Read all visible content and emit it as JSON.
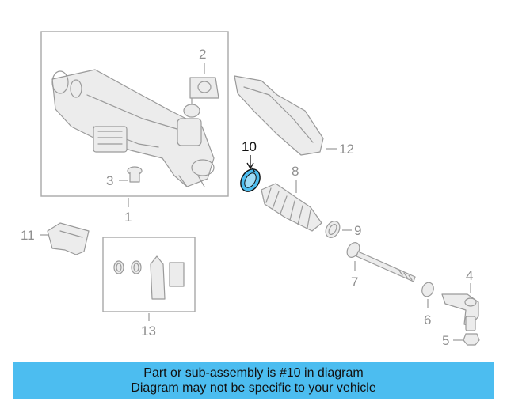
{
  "callouts": {
    "c1": "1",
    "c2": "2",
    "c3": "3",
    "c4": "4",
    "c5": "5",
    "c6": "6",
    "c7": "7",
    "c8": "8",
    "c9": "9",
    "c10": "10",
    "c11": "11",
    "c12": "12",
    "c13": "13"
  },
  "highlighted_part": "10",
  "colors": {
    "highlight_fill": "#4cbdf0",
    "banner_background": "#4cbdf0",
    "diagram_lines": "#9a9a9a"
  },
  "caption": {
    "line1": "Part or sub-assembly is #10 in diagram",
    "line2": "Diagram may not be specific to your vehicle"
  }
}
